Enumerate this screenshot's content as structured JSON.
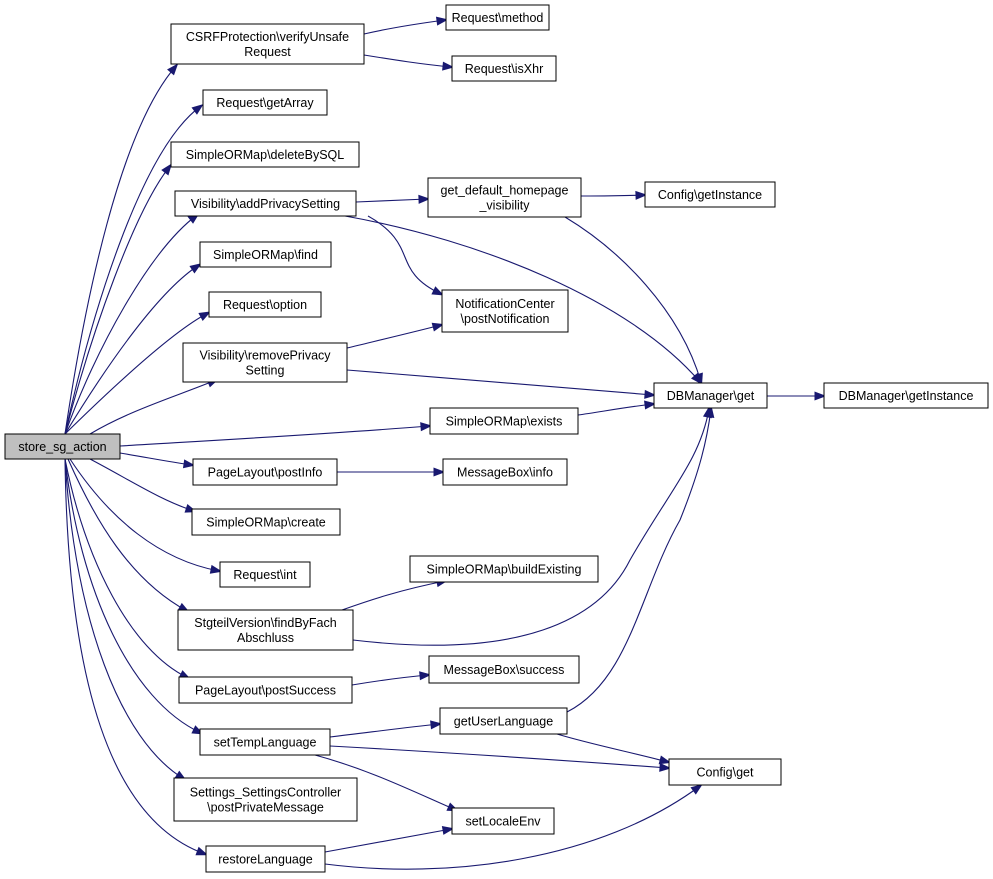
{
  "diagram": {
    "type": "call-graph",
    "colors": {
      "edge": "#191970",
      "root_fill": "#bfbfbf",
      "node_fill": "#ffffff",
      "border": "#000000"
    },
    "nodes": [
      {
        "id": "root",
        "lines": [
          "store_sg_action"
        ],
        "root": true
      },
      {
        "id": "csrf",
        "lines": [
          "CSRFProtection\\verifyUnsafe",
          "Request"
        ]
      },
      {
        "id": "req_method",
        "lines": [
          "Request\\method"
        ]
      },
      {
        "id": "req_isxhr",
        "lines": [
          "Request\\isXhr"
        ]
      },
      {
        "id": "req_getarray",
        "lines": [
          "Request\\getArray"
        ]
      },
      {
        "id": "sorm_deletebysql",
        "lines": [
          "SimpleORMap\\deleteBySQL"
        ]
      },
      {
        "id": "vis_add",
        "lines": [
          "Visibility\\addPrivacySetting"
        ]
      },
      {
        "id": "get_default",
        "lines": [
          "get_default_homepage",
          "_visibility"
        ]
      },
      {
        "id": "config_getinstance",
        "lines": [
          "Config\\getInstance"
        ]
      },
      {
        "id": "sorm_find",
        "lines": [
          "SimpleORMap\\find"
        ]
      },
      {
        "id": "req_option",
        "lines": [
          "Request\\option"
        ]
      },
      {
        "id": "notif",
        "lines": [
          "NotificationCenter",
          "\\postNotification"
        ]
      },
      {
        "id": "vis_remove",
        "lines": [
          "Visibility\\removePrivacy",
          "Setting"
        ]
      },
      {
        "id": "dbm_get",
        "lines": [
          "DBManager\\get"
        ]
      },
      {
        "id": "dbm_getinstance",
        "lines": [
          "DBManager\\getInstance"
        ]
      },
      {
        "id": "sorm_exists",
        "lines": [
          "SimpleORMap\\exists"
        ]
      },
      {
        "id": "pl_postinfo",
        "lines": [
          "PageLayout\\postInfo"
        ]
      },
      {
        "id": "mb_info",
        "lines": [
          "MessageBox\\info"
        ]
      },
      {
        "id": "sorm_create",
        "lines": [
          "SimpleORMap\\create"
        ]
      },
      {
        "id": "req_int",
        "lines": [
          "Request\\int"
        ]
      },
      {
        "id": "sorm_buildexisting",
        "lines": [
          "SimpleORMap\\buildExisting"
        ]
      },
      {
        "id": "stgteil",
        "lines": [
          "StgteilVersion\\findByFach",
          "Abschluss"
        ]
      },
      {
        "id": "mb_success",
        "lines": [
          "MessageBox\\success"
        ]
      },
      {
        "id": "pl_postsuccess",
        "lines": [
          "PageLayout\\postSuccess"
        ]
      },
      {
        "id": "getuserlang",
        "lines": [
          "getUserLanguage"
        ]
      },
      {
        "id": "settemplang",
        "lines": [
          "setTempLanguage"
        ]
      },
      {
        "id": "config_get",
        "lines": [
          "Config\\get"
        ]
      },
      {
        "id": "settings_ctrl",
        "lines": [
          "Settings_SettingsController",
          "\\postPrivateMessage"
        ]
      },
      {
        "id": "setlocale",
        "lines": [
          "setLocaleEnv"
        ]
      },
      {
        "id": "restorelang",
        "lines": [
          "restoreLanguage"
        ]
      }
    ],
    "edges": [
      {
        "from": "root",
        "to": "csrf"
      },
      {
        "from": "root",
        "to": "req_getarray"
      },
      {
        "from": "root",
        "to": "sorm_deletebysql"
      },
      {
        "from": "root",
        "to": "vis_add"
      },
      {
        "from": "root",
        "to": "sorm_find"
      },
      {
        "from": "root",
        "to": "req_option"
      },
      {
        "from": "root",
        "to": "vis_remove"
      },
      {
        "from": "root",
        "to": "sorm_exists"
      },
      {
        "from": "root",
        "to": "pl_postinfo"
      },
      {
        "from": "root",
        "to": "sorm_create"
      },
      {
        "from": "root",
        "to": "req_int"
      },
      {
        "from": "root",
        "to": "stgteil"
      },
      {
        "from": "root",
        "to": "pl_postsuccess"
      },
      {
        "from": "root",
        "to": "settemplang"
      },
      {
        "from": "root",
        "to": "settings_ctrl"
      },
      {
        "from": "root",
        "to": "restorelang"
      },
      {
        "from": "csrf",
        "to": "req_method"
      },
      {
        "from": "csrf",
        "to": "req_isxhr"
      },
      {
        "from": "vis_add",
        "to": "get_default"
      },
      {
        "from": "vis_add",
        "to": "dbm_get"
      },
      {
        "from": "vis_add",
        "to": "notif"
      },
      {
        "from": "get_default",
        "to": "config_getinstance"
      },
      {
        "from": "get_default",
        "to": "dbm_get"
      },
      {
        "from": "vis_remove",
        "to": "notif"
      },
      {
        "from": "vis_remove",
        "to": "dbm_get"
      },
      {
        "from": "dbm_get",
        "to": "dbm_getinstance"
      },
      {
        "from": "sorm_exists",
        "to": "dbm_get"
      },
      {
        "from": "pl_postinfo",
        "to": "mb_info"
      },
      {
        "from": "stgteil",
        "to": "sorm_buildexisting"
      },
      {
        "from": "stgteil",
        "to": "dbm_get"
      },
      {
        "from": "pl_postsuccess",
        "to": "mb_success"
      },
      {
        "from": "settemplang",
        "to": "getuserlang"
      },
      {
        "from": "settemplang",
        "to": "config_get"
      },
      {
        "from": "settemplang",
        "to": "setlocale"
      },
      {
        "from": "getuserlang",
        "to": "dbm_get"
      },
      {
        "from": "getuserlang",
        "to": "config_get"
      },
      {
        "from": "restorelang",
        "to": "setlocale"
      },
      {
        "from": "restorelang",
        "to": "config_get"
      }
    ]
  }
}
